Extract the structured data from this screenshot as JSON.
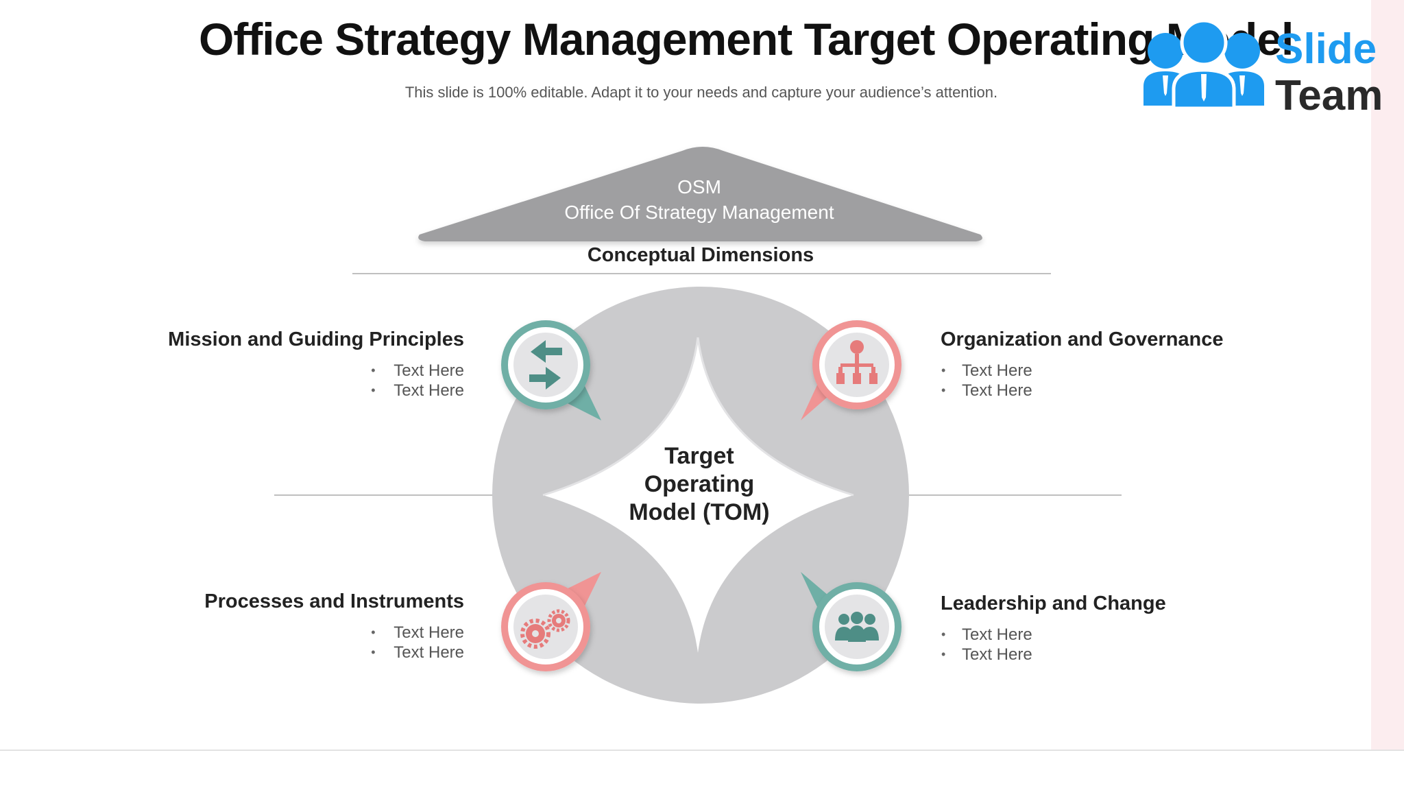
{
  "header": {
    "title": "Office Strategy Management Target Operating Model",
    "subtitle": "This slide is 100% editable. Adapt it to your needs and  capture your audience’s attention."
  },
  "logo": {
    "word1": "Slide",
    "word2": "Team",
    "icon": "people-group-icon",
    "brand_color": "#1e9bf0"
  },
  "roof": {
    "line1": "OSM",
    "line2": "Office Of Strategy Management"
  },
  "section_heading": "Conceptual Dimensions",
  "center_label": {
    "line1": "Target",
    "line2": "Operating",
    "line3": "Model (TOM)"
  },
  "colors": {
    "teal": "#6fafa6",
    "pink": "#f09494",
    "gray": "#cbcbcd",
    "roof": "#9f9fa1"
  },
  "quadrants": {
    "top_left": {
      "title": "Mission and Guiding Principles",
      "bullets": [
        "Text Here",
        "Text Here"
      ],
      "icon": "exchange-arrows-icon",
      "color": "teal"
    },
    "top_right": {
      "title": "Organization and Governance",
      "bullets": [
        "Text Here",
        "Text Here"
      ],
      "icon": "org-chart-icon",
      "color": "pink"
    },
    "bottom_left": {
      "title": "Processes and Instruments",
      "bullets": [
        "Text Here",
        "Text Here"
      ],
      "icon": "gears-icon",
      "color": "pink"
    },
    "bottom_right": {
      "title": "Leadership and Change",
      "bullets": [
        "Text Here",
        "Text Here"
      ],
      "icon": "team-icon",
      "color": "teal"
    }
  }
}
